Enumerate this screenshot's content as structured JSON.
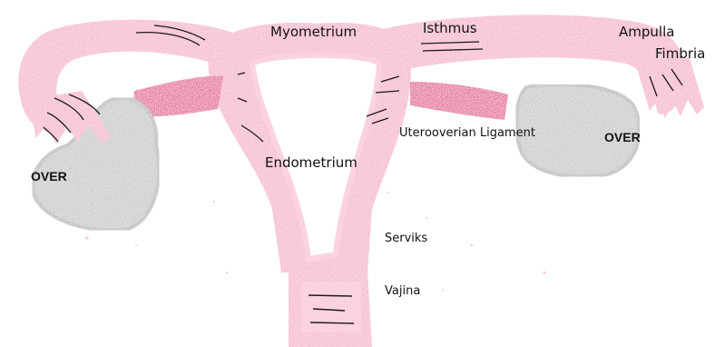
{
  "labels": {
    "myometrium": "Myometrium",
    "isthmus": "Isthmus",
    "ampulla": "Ampulla",
    "fimbria": "Fimbria",
    "uteroovarian_ligament": "Uterοoverian Ligament",
    "ovary_right": "OVER",
    "ovary_left": "OVER",
    "endometrium": "Endometrium",
    "cervix": "Serviks",
    "vagina": "Vajina"
  },
  "colors": {
    "uterus_pink": "#f4a7bf",
    "uterus_light": "#fbd3df",
    "ligament_magenta": "#e0267f",
    "ovary_gray": "#bdbdbd",
    "ovary_outline": "#a8a8a8",
    "stroke_dark": "#1a1a1a",
    "background": "#ffffff"
  }
}
